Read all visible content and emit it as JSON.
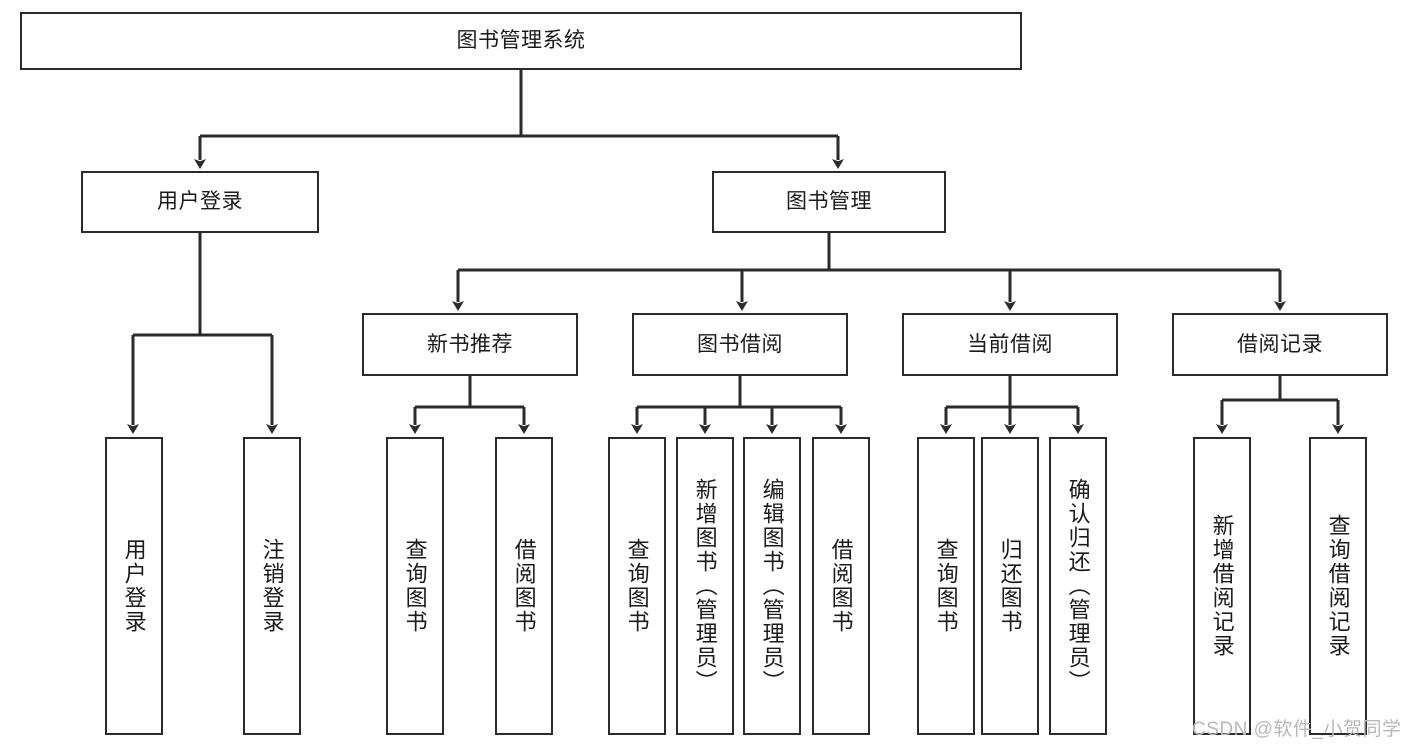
{
  "diagram": {
    "title": "图书管理系统",
    "type": "hierarchy-tree",
    "root": {
      "label": "图书管理系统"
    },
    "level2": [
      {
        "label": "用户登录"
      },
      {
        "label": "图书管理"
      }
    ],
    "level3": [
      {
        "label": "新书推荐"
      },
      {
        "label": "图书借阅"
      },
      {
        "label": "当前借阅"
      },
      {
        "label": "借阅记录"
      }
    ],
    "leaves": {
      "user_login": [
        {
          "label": "用户登录"
        },
        {
          "label": "注销登录"
        }
      ],
      "new_book_recommend": [
        {
          "label": "查询图书"
        },
        {
          "label": "借阅图书"
        }
      ],
      "book_borrow": [
        {
          "label": "查询图书"
        },
        {
          "label": "新增图书（管理员）"
        },
        {
          "label": "编辑图书（管理员）"
        },
        {
          "label": "借阅图书"
        }
      ],
      "current_borrow": [
        {
          "label": "查询图书"
        },
        {
          "label": "归还图书"
        },
        {
          "label": "确认归还（管理员）"
        }
      ],
      "borrow_record": [
        {
          "label": "新增借阅记录"
        },
        {
          "label": "查询借阅记录"
        }
      ]
    }
  },
  "watermark": {
    "text": "CSDN @软件_小贺同学"
  },
  "colors": {
    "line": "#2b2b2b",
    "box_border": "#2b2b2b",
    "text": "#1b1b1b",
    "background": "#ffffff",
    "watermark": "#b8b8b8"
  }
}
